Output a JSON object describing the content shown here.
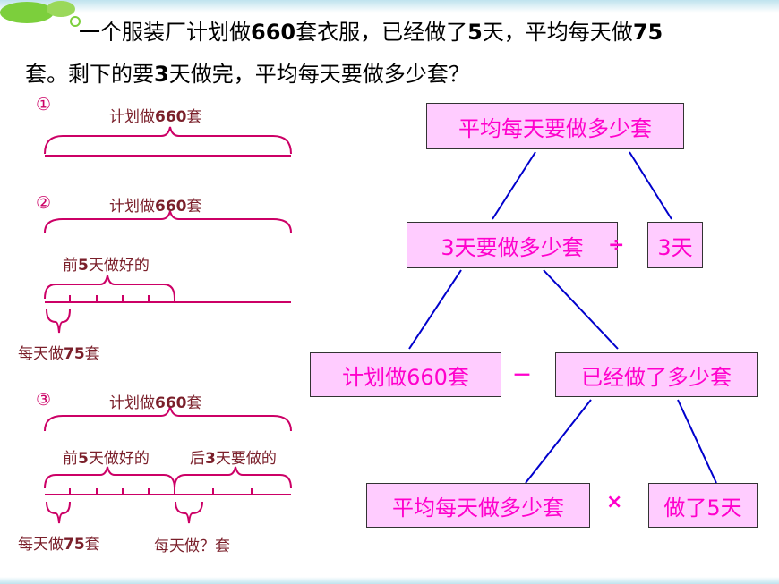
{
  "problem": {
    "line1_a": "一个服装厂计划做",
    "line1_n1": "660",
    "line1_b": "套衣服，已经做了",
    "line1_n2": "5",
    "line1_c": "天，平均每天做",
    "line1_n3": "75",
    "line2_a": "套。剩下的要",
    "line2_n": "3",
    "line2_b": "天做完，平均每天要做多少套？"
  },
  "left": {
    "num1": "①",
    "num2": "②",
    "num3": "③",
    "plan_a": "计划做",
    "plan_n": "660",
    "plan_b": "套",
    "first5_a": "前",
    "first5_n": "5",
    "first5_b": "天做好的",
    "perday_a": "每天做",
    "perday_n": "75",
    "perday_b": "套",
    "last3_a": "后",
    "last3_n": "3",
    "last3_b": "天要做的",
    "unknown": "每天做？套"
  },
  "tree": {
    "root": "平均每天要做多少套",
    "n3days": "3天要做多少套",
    "div_op": "÷",
    "days3": "3天",
    "plan660": "计划做660套",
    "minus_op": "－",
    "done": "已经做了多少套",
    "avg": "平均每天做多少套",
    "mul_op": "×",
    "days5": "做了5天"
  },
  "colors": {
    "box_fill": "#ffccff",
    "box_text": "#ff00cc",
    "bracket": "#cc0066",
    "line": "#0000cc",
    "label_dark": "#7a1f2a"
  }
}
